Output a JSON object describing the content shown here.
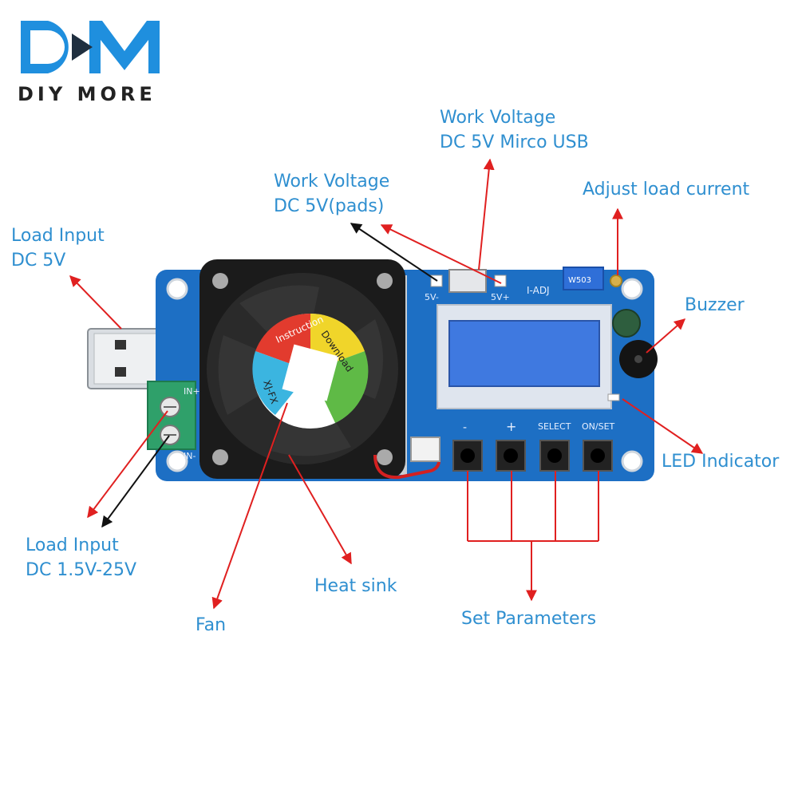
{
  "brand": {
    "logo_letters": "DM",
    "name": "DIY MORE",
    "blue": "#1f8fde",
    "dark": "#222222"
  },
  "colors": {
    "label": "#2f8fd0",
    "arrow_red": "#e02020",
    "arrow_black": "#111111",
    "pcb": "#1d6fc4",
    "fan": "#1b1b1b",
    "lcd": "#3f79e0"
  },
  "labels": {
    "load_input_usb": {
      "line1": "Load Input",
      "line2": "DC 5V"
    },
    "work_voltage_pads": {
      "line1": "Work Voltage",
      "line2": "DC 5V(pads)"
    },
    "work_voltage_usb": {
      "line1": "Work Voltage",
      "line2": "DC 5V Mirco USB"
    },
    "adjust_load": "Adjust load current",
    "buzzer": "Buzzer",
    "led_indicator": "LED Indicator",
    "load_input_terminal": {
      "line1": "Load Input",
      "line2": "DC 1.5V-25V"
    },
    "heat_sink": "Heat sink",
    "fan": "Fan",
    "set_parameters": "Set Parameters"
  },
  "board": {
    "silk_5v_minus": "5V-",
    "silk_5v_plus": "5V+",
    "silk_iadj": "I-ADJ",
    "silk_in_plus": "IN+",
    "silk_in_minus": "IN-",
    "silk_minus": "-",
    "silk_plus": "+",
    "silk_select": "SELECT",
    "silk_onset": "ON/SET",
    "pot_code": "W503",
    "fan_sticker": {
      "instruction": "Instruction",
      "download": "Download",
      "brand": "XJ-FX"
    }
  }
}
